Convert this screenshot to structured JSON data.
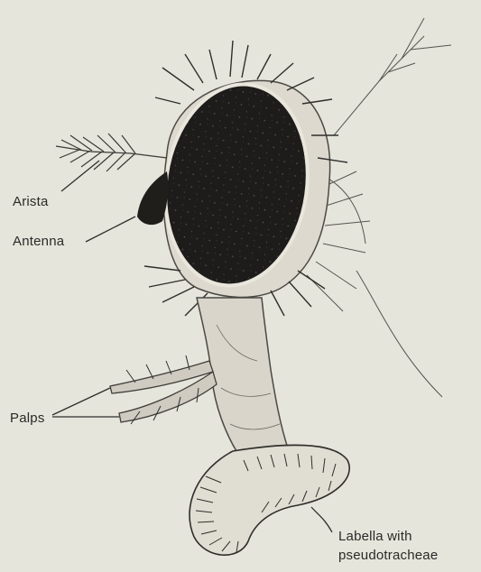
{
  "labels": {
    "arista": "Arista",
    "antenna": "Antenna",
    "palps": "Palps",
    "labella_line1": "Labella with",
    "labella_line2": "pseudotracheae"
  },
  "colors": {
    "background": "#e6e5dc",
    "eye": "#1d1c1a",
    "ink": "#3a3a35",
    "label": "#2a2a26"
  }
}
